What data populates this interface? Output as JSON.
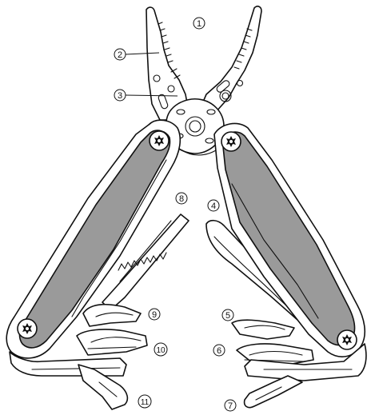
{
  "title": "",
  "colors": {
    "outline": "#111111",
    "handle_fill": "#9a9a9a",
    "metal_fill": "#ffffff"
  },
  "callouts": [
    {
      "id": "c1",
      "label": "1"
    },
    {
      "id": "c2",
      "label": "2"
    },
    {
      "id": "c3",
      "label": "3"
    },
    {
      "id": "c4",
      "label": "4"
    },
    {
      "id": "c5",
      "label": "5"
    },
    {
      "id": "c6",
      "label": "6"
    },
    {
      "id": "c7",
      "label": "7"
    },
    {
      "id": "c8",
      "label": "8"
    },
    {
      "id": "c9",
      "label": "9"
    },
    {
      "id": "c10",
      "label": "10"
    },
    {
      "id": "c11",
      "label": "11"
    }
  ],
  "icons": [
    "torx-screw-icon"
  ]
}
